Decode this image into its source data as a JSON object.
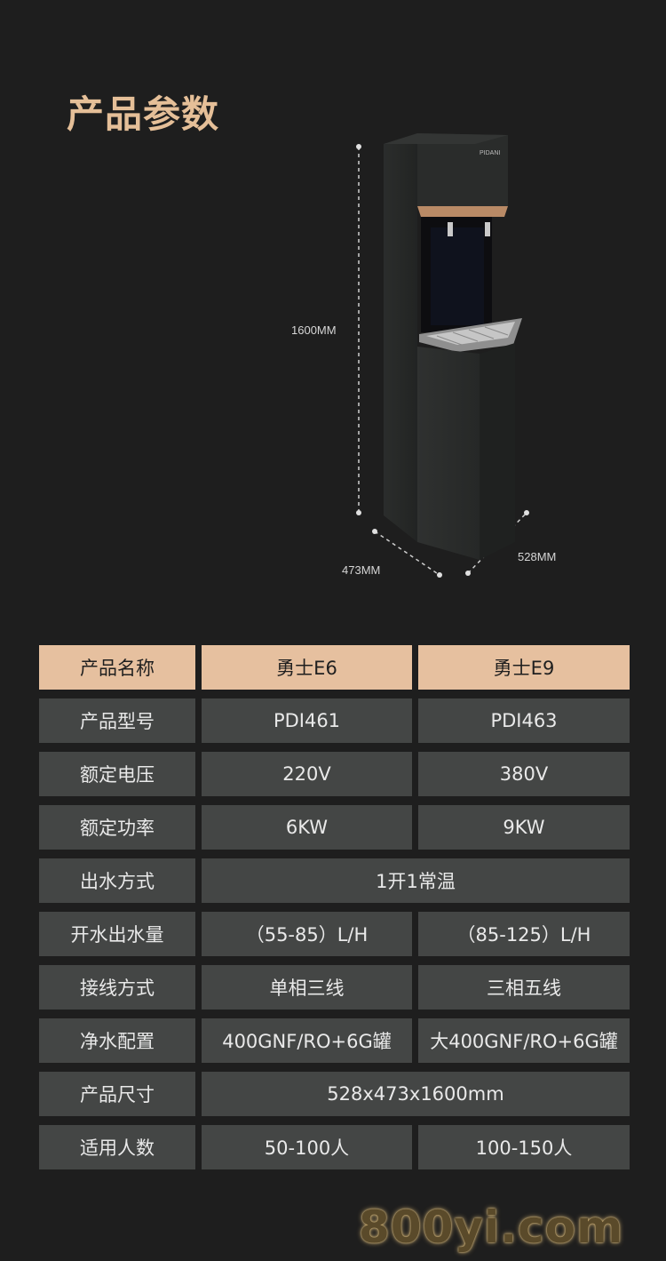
{
  "page_title": "产品参数",
  "dimensions": {
    "height": "1600MM",
    "depth": "473MM",
    "width": "528MM"
  },
  "device_brand": "PIDANI",
  "table": {
    "header": {
      "label": "产品名称",
      "e6": "勇士E6",
      "e9": "勇士E9"
    },
    "rows": [
      {
        "label": "产品型号",
        "e6": "PDI461",
        "e9": "PDI463"
      },
      {
        "label": "额定电压",
        "e6": "220V",
        "e9": "380V"
      },
      {
        "label": "额定功率",
        "e6": "6KW",
        "e9": "9KW"
      },
      {
        "label": "出水方式",
        "shared": "1开1常温"
      },
      {
        "label": "开水出水量",
        "e6": "（55-85）L/H",
        "e9": "（85-125）L/H"
      },
      {
        "label": "接线方式",
        "e6": "单相三线",
        "e9": "三相五线"
      },
      {
        "label": "净水配置",
        "e6": "400GNF/RO+6G罐",
        "e9": "大400GNF/RO+6G罐"
      },
      {
        "label": "产品尺寸",
        "shared": "528x473x1600mm"
      },
      {
        "label": "适用人数",
        "e6": "50-100人",
        "e9": "100-150人"
      }
    ]
  },
  "watermark": "800yi.com",
  "colors": {
    "background": "#1e1e1e",
    "accent": "#e6c09f",
    "cell": "#444645"
  }
}
